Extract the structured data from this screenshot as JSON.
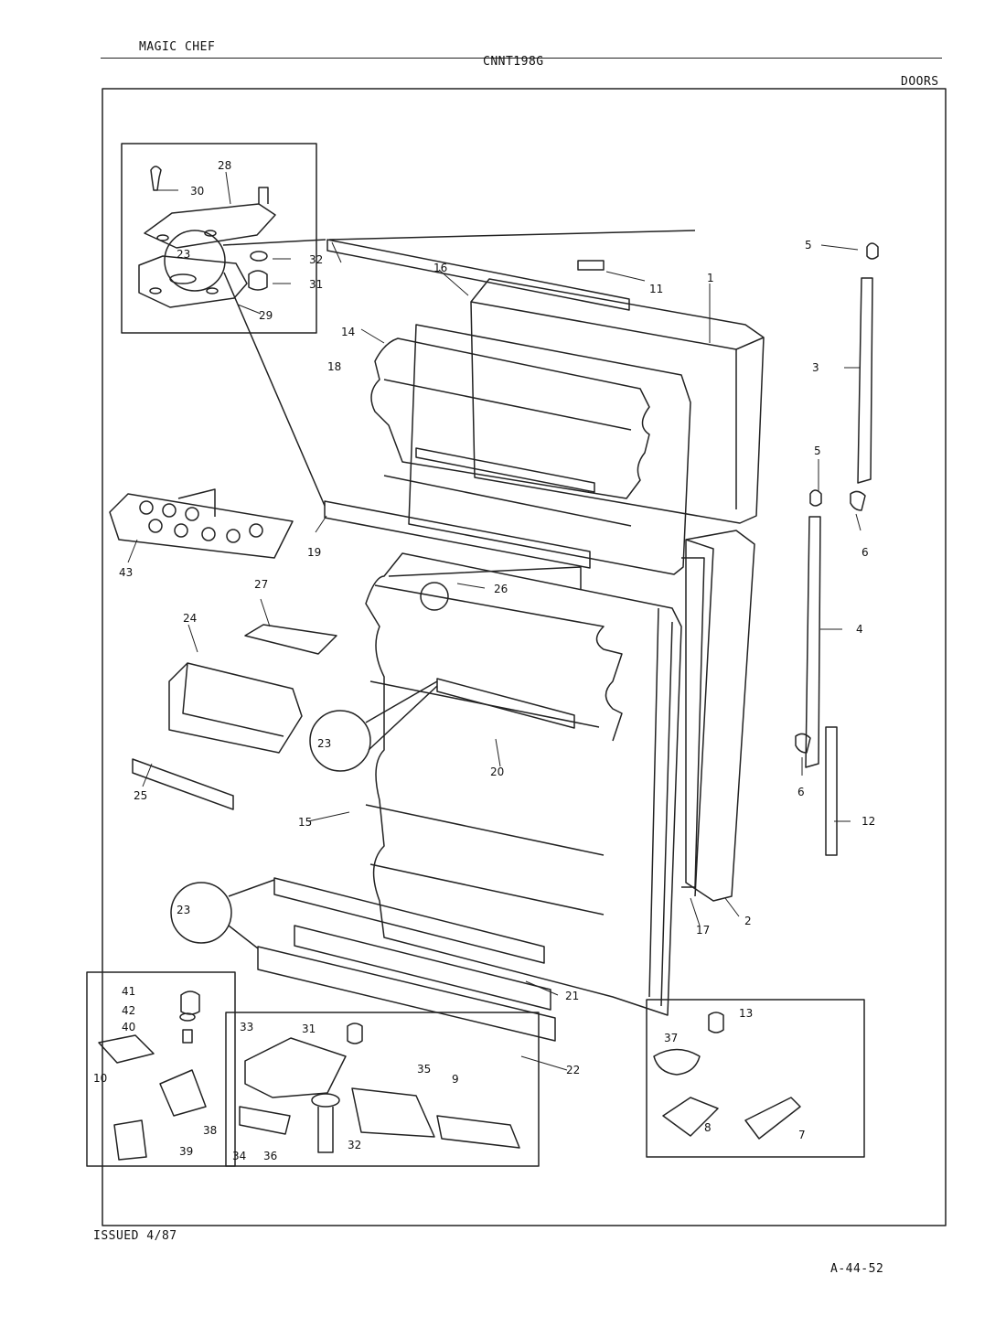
{
  "header": {
    "brand": "MAGIC CHEF",
    "model": "CNNT198G",
    "section": "DOORS"
  },
  "footer": {
    "issued": "ISSUED 4/87",
    "page_code": "A-44-52"
  },
  "callouts": [
    "1",
    "2",
    "3",
    "4",
    "5",
    "5",
    "6",
    "6",
    "7",
    "8",
    "9",
    "10",
    "11",
    "12",
    "13",
    "14",
    "15",
    "16",
    "17",
    "18",
    "19",
    "20",
    "21",
    "22",
    "23",
    "23",
    "23",
    "24",
    "25",
    "26",
    "27",
    "28",
    "29",
    "30",
    "31",
    "31",
    "32",
    "32",
    "33",
    "34",
    "35",
    "36",
    "37",
    "38",
    "39",
    "40",
    "41",
    "42",
    "43"
  ]
}
